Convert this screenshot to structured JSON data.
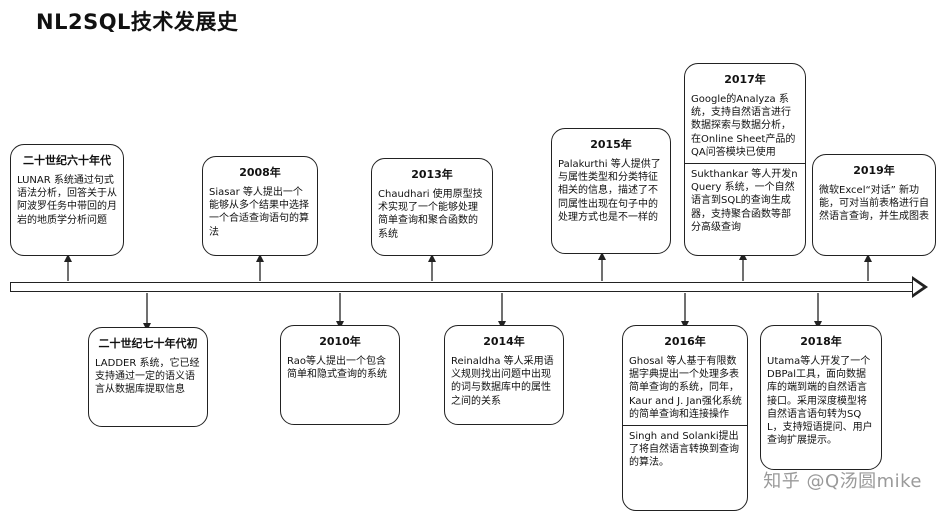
{
  "title": "NL2SQL技术发展史",
  "events": [
    {
      "year": "二十世纪六十年代",
      "text": "LUNAR 系统通过句式语法分析，回答关于从阿波罗任务中带回的月岩的地质学分析问题"
    },
    {
      "year": "二十世纪七十年代初",
      "text": "LADDER 系统，它已经支持通过一定的语义语言从数据库提取信息"
    },
    {
      "year": "2008年",
      "text": "Siasar 等人提出一个能够从多个结果中选择一个合适查询语句的算法"
    },
    {
      "year": "2010年",
      "text": "Rao等人提出一个包含简单和隐式查询的系统"
    },
    {
      "year": "2013年",
      "text": "Chaudhari 使用原型技术实现了一个能够处理简单查询和聚合函数的系统"
    },
    {
      "year": "2014年",
      "text": "Reinaldha 等人采用语义规则找出问题中出现的词与数据库中的属性之间的关系"
    },
    {
      "year": "2015年",
      "text": "Palakurthi 等人提供了与属性类型和分类特征相关的信息，描述了不同属性出现在句子中的处理方式也是不一样的"
    },
    {
      "year": "2016年",
      "text": "Ghosal 等人基于有限数据字典提出一个处理多表简单查询的系统，同年，Kaur and J. Jan强化系统的简单查询和连接操作",
      "text2": "Singh and Solanki提出了将自然语言转换到查询的算法。"
    },
    {
      "year": "2017年",
      "text": "Google的Analyza 系统，支持自然语言进行数据探索与数据分析，在Online Sheet产品的QA问答模块已使用",
      "text2": "Sukthankar 等人开发nQuery 系统，一个自然语言到SQL的查询生成器，支持聚合函数等部分高级查询"
    },
    {
      "year": "2018年",
      "text": "Utama等人开发了一个DBPal工具，面向数据库的端到端的自然语言接口。采用深度模型将自然语言语句转为SQL，支持短语提问、用户查询扩展提示。"
    },
    {
      "year": "2019年",
      "text": "微软Excel“对话” 新功能，可对当前表格进行自然语言查询，并生成图表"
    }
  ],
  "watermark": "知乎 @Q汤圆mike"
}
